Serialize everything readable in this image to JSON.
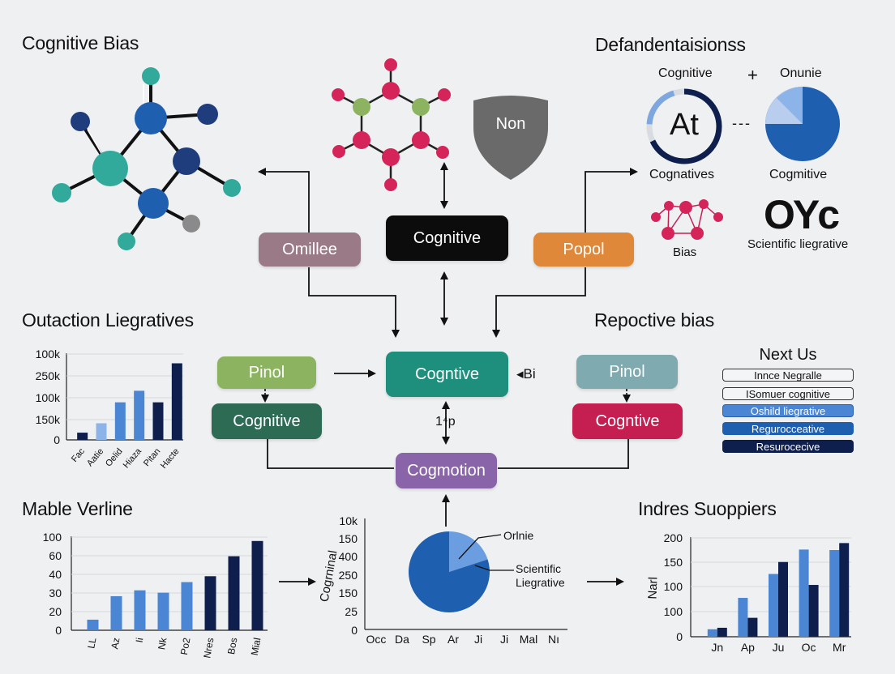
{
  "headings": {
    "top_left": "Cognitive Bias",
    "top_right": "Defandentaisionss",
    "mid_left": "Outaction Liegratives",
    "mid_right": "Repoctive bias",
    "bottom_left": "Mable Verline",
    "bottom_right": "Indres Suoppiers"
  },
  "nodes": {
    "omillee": "Omillee",
    "cognitive_top": "Cognitive",
    "popol": "Popol",
    "pinol_left": "Pinol",
    "cogntive_center": "Cogntive",
    "pinol_right": "Pinol",
    "cognitive_left": "Cognitive",
    "cogntive_right": "Cogntive",
    "cogmotion": "Cogmotion",
    "shield": "Non"
  },
  "connector_labels": {
    "bi": "◂Bi",
    "one_p": "1⁴p"
  },
  "top_right_panel": {
    "label_cognitive": "Cognitive",
    "label_plus": "+",
    "label_onunie": "Onunie",
    "gauge_text": "At",
    "gauge_fraction": 0.68,
    "dashes": "---",
    "label_cognatives": "Cognatives",
    "label_cogmitive": "Cogmitive",
    "label_bias": "Bias",
    "logo_text": "OYc",
    "label_scientific": "Scientific liegrative"
  },
  "next_us": {
    "title": "Next Us",
    "items": [
      "Innce Negralle",
      "ISomuer cognitive",
      "Oshild liegrative",
      "Regurocceative",
      "Resurocecive"
    ]
  },
  "colors": {
    "light_blue": "#8db4e8",
    "mid_blue": "#4a86d4",
    "dark_navy": "#0f1f4d",
    "blue": "#1f5fb0",
    "teal": "#1f8f7d",
    "green": "#8cb35f",
    "dark_green": "#2e6b55",
    "mauve": "#9a7a86",
    "orange": "#e0883a",
    "black": "#0c0c0c",
    "purple": "#8a64a8",
    "crimson": "#c51f52",
    "slate_teal": "#7eaab0",
    "pink": "#d4245a",
    "gray": "#6a6a6a"
  },
  "chart_data": [
    {
      "type": "bar",
      "title": "",
      "y_ticks": [
        "100k",
        "250k",
        "100k",
        "150k",
        "0"
      ],
      "categories": [
        "Fac",
        "Aatie",
        "Oelid",
        "Hiaza",
        "Pitan",
        "Hacte"
      ],
      "values": [
        10,
        23,
        52,
        68,
        52,
        106
      ],
      "ylim": [
        0,
        120
      ],
      "bar_colors": [
        "#0f1f4d",
        "#8db4e8",
        "#4a86d4",
        "#4a86d4",
        "#0f1f4d",
        "#0f1f4d"
      ]
    },
    {
      "type": "bar",
      "title": "",
      "y_ticks": [
        "100",
        "60",
        "40",
        "30",
        "20",
        "0"
      ],
      "categories": [
        "LL",
        "Az",
        "Ii",
        "Nk",
        "Po2",
        "Nres",
        "Bos",
        "Mial"
      ],
      "values": [
        9,
        29,
        34,
        32,
        41,
        46,
        63,
        76
      ],
      "ylim": [
        0,
        80
      ],
      "bar_colors": [
        "#4a86d4",
        "#4a86d4",
        "#4a86d4",
        "#4a86d4",
        "#4a86d4",
        "#0f1f4d",
        "#0f1f4d",
        "#0f1f4d"
      ]
    },
    {
      "type": "pie",
      "ylabel": "Cogrninal",
      "y_ticks": [
        "10k",
        "150",
        "400",
        "250",
        "150",
        "25",
        "0"
      ],
      "x_ticks": [
        "Occ",
        "Da",
        "Sp",
        "Ar",
        "Ji",
        "Ji",
        "Mal",
        "Nı"
      ],
      "slices": [
        {
          "label": "Orlnie",
          "value": 20,
          "color": "#6a9ee0"
        },
        {
          "label": "Scientific Liegrative",
          "value": 80,
          "color": "#1f5fb0"
        }
      ]
    },
    {
      "type": "bar",
      "ylabel": "Narl",
      "y_ticks": [
        "200",
        "150",
        "100",
        "100",
        "0"
      ],
      "categories": [
        "Jn",
        "Ap",
        "Ju",
        "Oc",
        "Mr"
      ],
      "series": [
        {
          "values": [
            15,
            78,
            126,
            175,
            174
          ],
          "color": "#4a86d4"
        },
        {
          "values": [
            18,
            38,
            150,
            104,
            188
          ],
          "color": "#0f1f4d"
        }
      ],
      "ylim": [
        0,
        200
      ]
    }
  ]
}
